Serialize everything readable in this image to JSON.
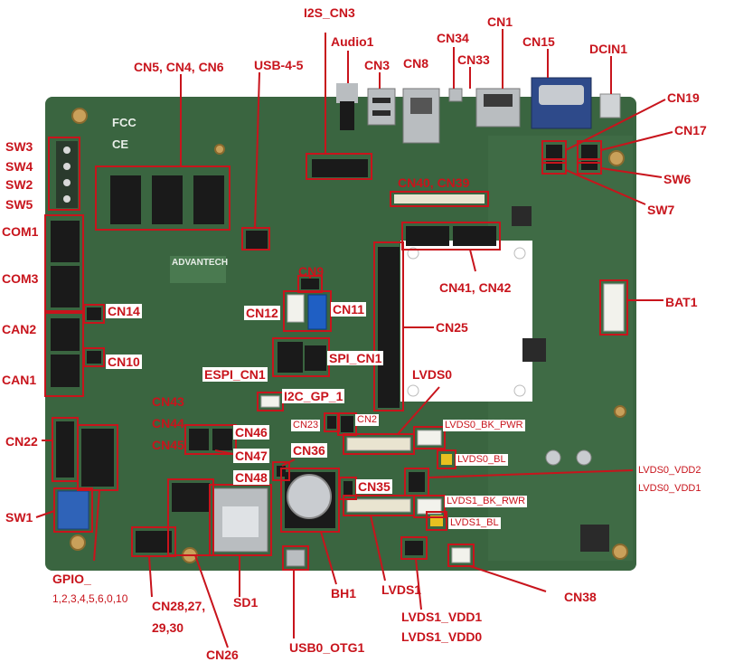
{
  "silkscreen": {
    "fcc": "FCC",
    "ce": "CE",
    "brand": "ADVANTECH"
  },
  "labels": {
    "i2s_cn3": "I2S_CN3",
    "audio1": "Audio1",
    "cn34": "CN34",
    "cn1": "CN1",
    "cn15": "CN15",
    "dcin1": "DCIN1",
    "cn5_4_6": "CN5, CN4, CN6",
    "usb45": "USB-4-5",
    "cn3": "CN3",
    "cn8": "CN8",
    "cn33": "CN33",
    "cn19": "CN19",
    "cn17": "CN17",
    "sw3": "SW3",
    "sw4": "SW4",
    "sw2": "SW2",
    "sw5": "SW5",
    "sw6": "SW6",
    "sw7": "SW7",
    "com1": "COM1",
    "com3": "COM3",
    "cn9": "CN9",
    "cn40_39": "CN40, CN39",
    "cn41_42": "CN41, CN42",
    "bat1": "BAT1",
    "cn12": "CN12",
    "cn11": "CN11",
    "cn14": "CN14",
    "can2": "CAN2",
    "cn25": "CN25",
    "espi_cn1": "ESPI_CN1",
    "spi_cn1": "SPI_CN1",
    "cn10": "CN10",
    "can1": "CAN1",
    "lvds0": "LVDS0",
    "i2c_gp1": "I2C_GP_1",
    "cn43": "CN43",
    "cn44": "CN44",
    "cn45": "CN45",
    "cn46": "CN46",
    "cn47": "CN47",
    "cn48": "CN48",
    "cn23": "CN23",
    "cn2": "CN2",
    "cn36": "CN36",
    "cn35": "CN35",
    "lvds0_bk_pwr": "LVDS0_BK_PWR",
    "lvds0_bl": "LVDS0_BL",
    "lvds0_vdd2": "LVDS0_VDD2",
    "lvds0_vdd1": "LVDS0_VDD1",
    "lvds1_bk_rwr": "LVDS1_BK_RWR",
    "lvds1_bl": "LVDS1_BL",
    "cn22": "CN22",
    "sw1": "SW1",
    "gpio": "GPIO_",
    "gpio_nums": "1,2,3,4,5,6,0,10",
    "cn28_27": "CN28,27,",
    "cn29_30": "29,30",
    "sd1": "SD1",
    "bh1": "BH1",
    "lvds1": "LVDS1",
    "lvds1_vdd1": "LVDS1_VDD1",
    "lvds1_vdd0": "LVDS1_VDD0",
    "cn38": "CN38",
    "cn26": "CN26",
    "usb0_otg1": "USB0_OTG1"
  },
  "colors": {
    "annotation": "#c8141c",
    "pcb": "#3f6b45",
    "pcb_dark": "#2d5234",
    "pcb_light": "#5a8a5e",
    "module_area": "#ffffff",
    "connector_black": "#1a1a1a",
    "metal": "#b9bdc0",
    "header_white": "#f2f2ec",
    "dip_blue": "#2f63b8",
    "sata_blue": "#1f5fc4"
  }
}
